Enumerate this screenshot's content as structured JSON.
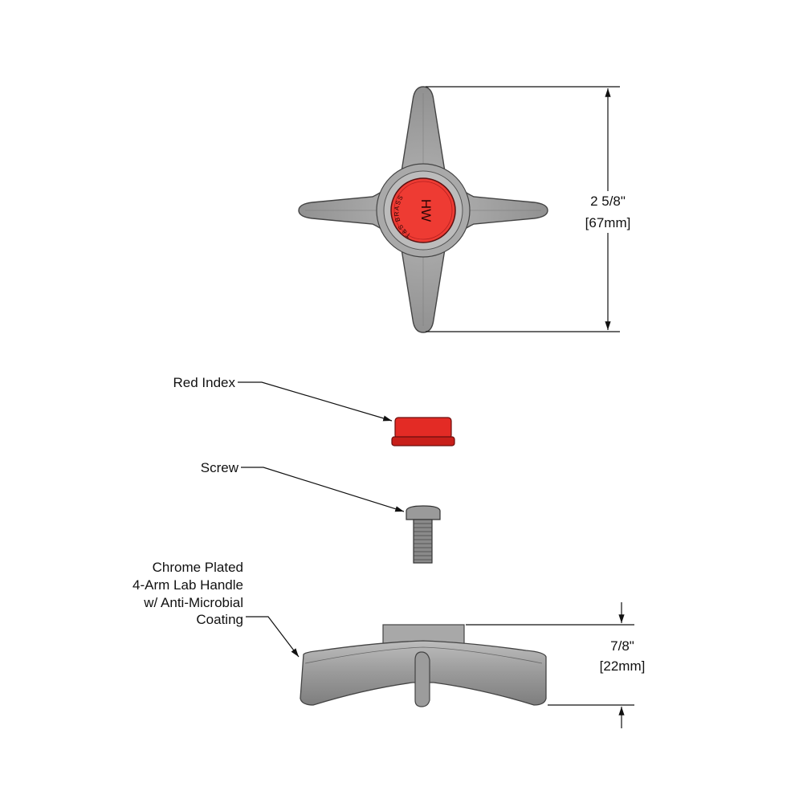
{
  "top_view": {
    "dimension_in": "2 5/8\"",
    "dimension_mm": "[67mm]",
    "cap_logo_text": "T&S BRASS",
    "cap_marking": "HW"
  },
  "callouts": {
    "red_index": "Red Index",
    "screw": "Screw",
    "handle_lines": [
      "Chrome Plated",
      "4-Arm Lab Handle",
      "w/ Anti-Microbial",
      "Coating"
    ]
  },
  "side_view": {
    "dimension_in": "7/8\"",
    "dimension_mm": "[22mm]"
  },
  "colors": {
    "handle": "#9c9c9c",
    "red_index": "#e8312c",
    "line": "#111111"
  }
}
